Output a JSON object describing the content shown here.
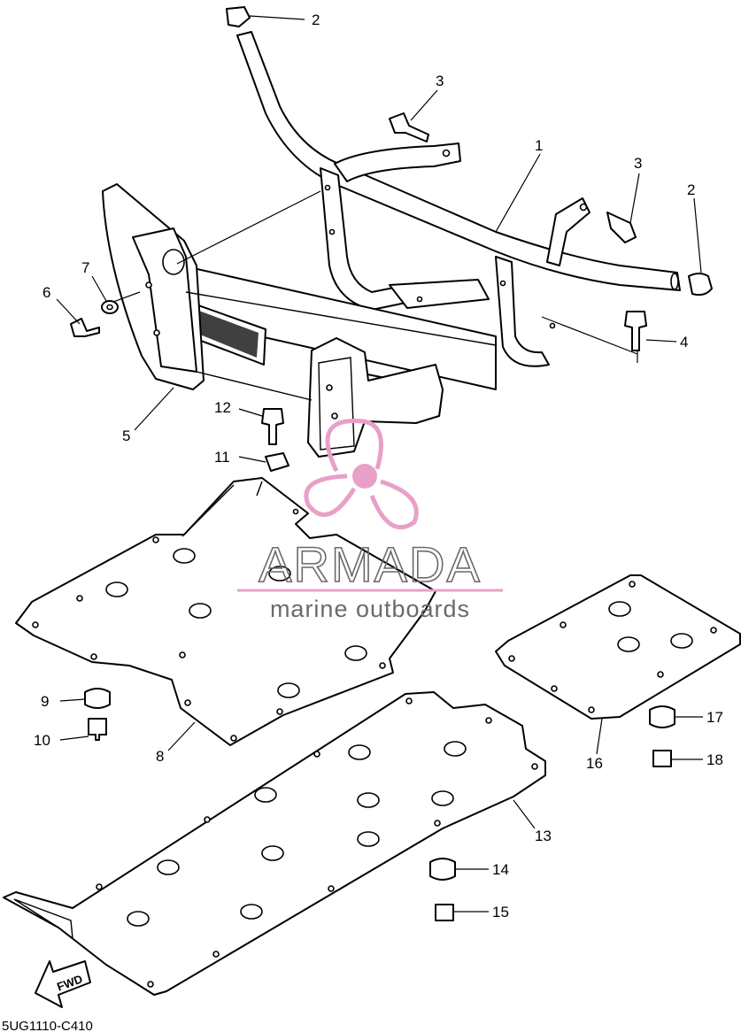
{
  "diagram": {
    "code": "5UG1110-C410",
    "direction_label": "FWD",
    "callouts": [
      {
        "id": "c1",
        "label": "1"
      },
      {
        "id": "c2a",
        "label": "2"
      },
      {
        "id": "c2b",
        "label": "2"
      },
      {
        "id": "c3a",
        "label": "3"
      },
      {
        "id": "c3b",
        "label": "3"
      },
      {
        "id": "c4",
        "label": "4"
      },
      {
        "id": "c5",
        "label": "5"
      },
      {
        "id": "c6",
        "label": "6"
      },
      {
        "id": "c7",
        "label": "7"
      },
      {
        "id": "c8",
        "label": "8"
      },
      {
        "id": "c9",
        "label": "9"
      },
      {
        "id": "c10",
        "label": "10"
      },
      {
        "id": "c11",
        "label": "11"
      },
      {
        "id": "c12",
        "label": "12"
      },
      {
        "id": "c13",
        "label": "13"
      },
      {
        "id": "c14",
        "label": "14"
      },
      {
        "id": "c15",
        "label": "15"
      },
      {
        "id": "c16",
        "label": "16"
      },
      {
        "id": "c17",
        "label": "17"
      },
      {
        "id": "c18",
        "label": "18"
      }
    ]
  },
  "watermark": {
    "brand": "ARMADA",
    "tagline": "marine outboards",
    "color": "#e8a0c8"
  }
}
